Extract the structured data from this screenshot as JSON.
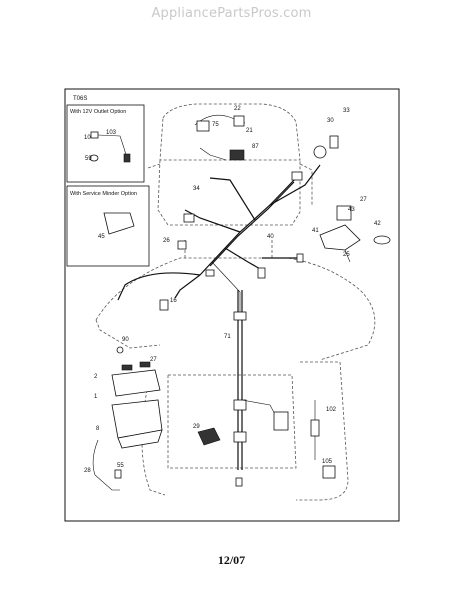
{
  "header": {
    "watermark": "AppliancePartsPros.com"
  },
  "diagram": {
    "code": "T06S",
    "inset_outlet_title": "With 12V Outlet Option",
    "inset_minder_title": "With Service Minder Option",
    "callouts": {
      "c22": "22",
      "c75": "75",
      "c21": "21",
      "c33": "33",
      "c30": "30",
      "c87": "87",
      "c103": "103",
      "c10": "10",
      "c59": "59",
      "c34": "34",
      "c27a": "27",
      "c43": "43",
      "c41": "41",
      "c42": "42",
      "c25": "25",
      "c26": "26",
      "c40": "40",
      "c45": "45",
      "c16": "16",
      "c71": "71",
      "c90": "90",
      "c2": "2",
      "c27b": "27",
      "c1": "1",
      "c8": "8",
      "c29": "29",
      "c102": "102",
      "c28": "28",
      "c55": "55",
      "c105": "105"
    }
  },
  "footer": {
    "page": "12/07"
  }
}
